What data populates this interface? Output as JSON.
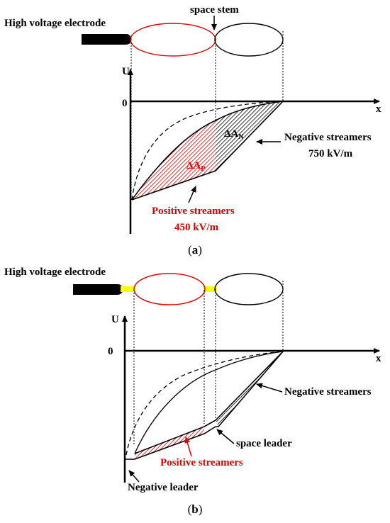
{
  "colors": {
    "positive": "#e00000",
    "negative": "#000000",
    "leader": "#ffff00",
    "electrode": "#000000"
  },
  "panel_a": {
    "electrode_label": "High voltage electrode",
    "space_stem_label": "space stem",
    "u_axis_label": "U",
    "x_axis_label": "x",
    "zero_label": "0",
    "delta_n_label": "ΔA",
    "delta_n_sub": "N",
    "delta_p_label": "ΔA",
    "delta_p_sub": "P",
    "negative_streamers_label": "Negative streamers",
    "negative_field_label": "750 kV/m",
    "positive_streamers_label": "Positive streamers",
    "positive_field_label": "450 kV/m",
    "caption_label": "a"
  },
  "panel_b": {
    "electrode_label": "High voltage electrode",
    "u_axis_label": "U",
    "x_axis_label": "x",
    "zero_label": "0",
    "negative_streamers_label": "Negative streamers",
    "space_leader_label": "space leader",
    "positive_streamers_label": "Positive streamers",
    "negative_leader_label": "Negative leader",
    "caption_label": "b"
  }
}
